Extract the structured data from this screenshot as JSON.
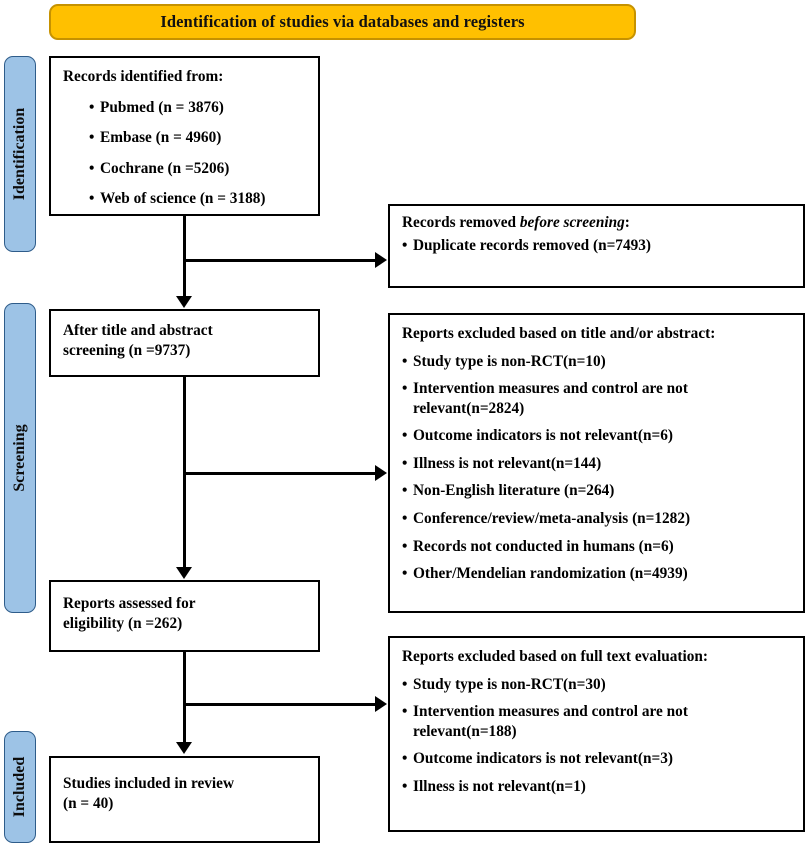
{
  "colors": {
    "accent_orange": "#FFC000",
    "phase_blue": "#9DC3E6",
    "line": "#000000"
  },
  "banner": {
    "title": "Identification of studies via databases and registers"
  },
  "phases": [
    {
      "name": "identification",
      "label": "Identification"
    },
    {
      "name": "screening",
      "label": "Screening"
    },
    {
      "name": "included",
      "label": "Included"
    }
  ],
  "boxes": {
    "records_identified": {
      "header": "Records identified from:",
      "items": [
        "Pubmed (n = 3876)",
        "Embase (n = 4960)",
        "Cochrane (n =5206)",
        "Web of science (n = 3188)"
      ]
    },
    "records_removed": {
      "header_prefix": "Records removed ",
      "header_italic": "before screening",
      "header_suffix": ":",
      "items": [
        "Duplicate records removed (n=7493)"
      ]
    },
    "after_screening": {
      "text": "After title and abstract\nscreening (n =9737)"
    },
    "excluded_title_abstract": {
      "header": "Reports excluded based on title and/or abstract:",
      "items": [
        "Study type is non-RCT(n=10)",
        "Intervention measures and control are not relevant(n=2824)",
        "Outcome indicators is not relevant(n=6)",
        "Illness is not relevant(n=144)",
        "Non-English literature (n=264)",
        "Conference/review/meta-analysis (n=1282)",
        "Records not conducted in humans (n=6)",
        "Other/Mendelian randomization (n=4939)"
      ]
    },
    "reports_assessed": {
      "text": "Reports assessed for\neligibility (n =262)"
    },
    "excluded_full_text": {
      "header": "Reports excluded based on full text evaluation:",
      "items": [
        "Study type is non-RCT(n=30)",
        "Intervention measures and control are not relevant(n=188)",
        "Outcome indicators is not relevant(n=3)",
        "Illness is not relevant(n=1)"
      ]
    },
    "studies_included": {
      "text": "Studies included in review\n(n = 40)"
    }
  }
}
